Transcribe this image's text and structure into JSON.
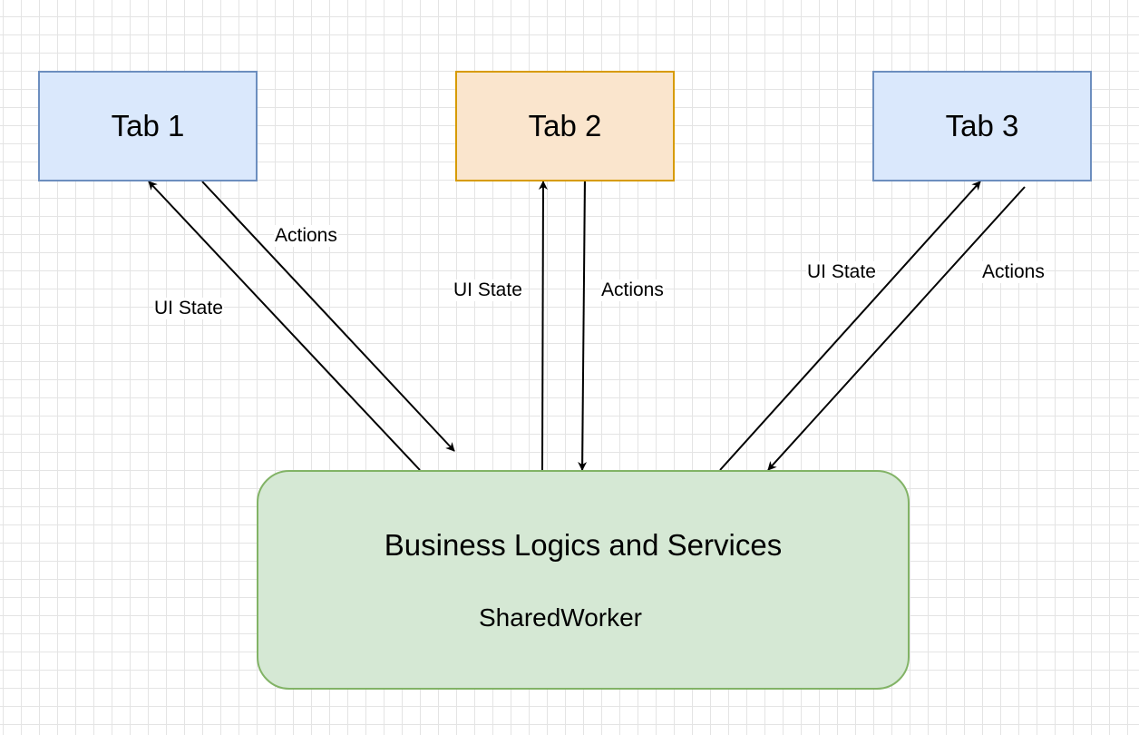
{
  "diagram": {
    "tabs": [
      {
        "label": "Tab 1",
        "fill": "#dae8fc",
        "stroke": "#6c8ebf"
      },
      {
        "label": "Tab 2",
        "fill": "#fae5cd",
        "stroke": "#d79b00"
      },
      {
        "label": "Tab 3",
        "fill": "#dae8fc",
        "stroke": "#6c8ebf"
      }
    ],
    "core": {
      "title": "Business Logics and Services",
      "subtitle": "SharedWorker",
      "fill": "#d5e8d4",
      "stroke": "#82b366"
    },
    "edges": [
      {
        "from": "Business Logics and Services",
        "to": "Tab 1",
        "label": "UI State"
      },
      {
        "from": "Tab 1",
        "to": "Business Logics and Services",
        "label": "Actions"
      },
      {
        "from": "Business Logics and Services",
        "to": "Tab 2",
        "label": "UI State"
      },
      {
        "from": "Tab 2",
        "to": "Business Logics and Services",
        "label": "Actions"
      },
      {
        "from": "Business Logics and Services",
        "to": "Tab 3",
        "label": "UI State"
      },
      {
        "from": "Tab 3",
        "to": "Business Logics and Services",
        "label": "Actions"
      }
    ]
  }
}
